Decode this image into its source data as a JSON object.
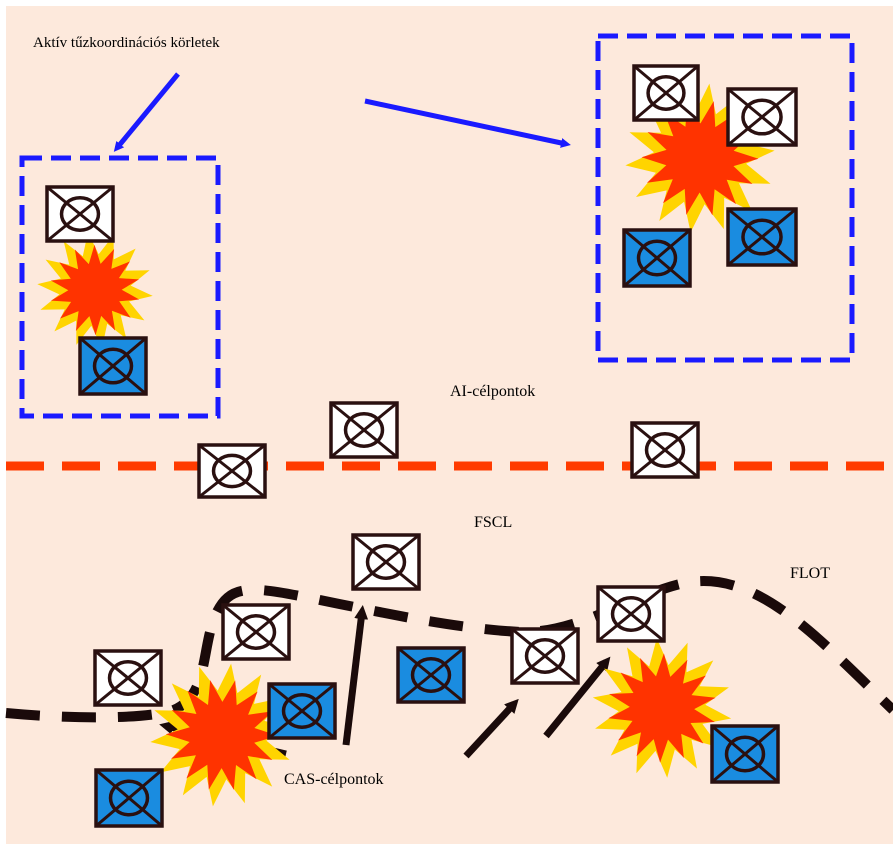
{
  "labels": {
    "active_zones": "Aktív tűzkoordinációs körletek",
    "ai_targets": "AI-célpontok",
    "fscl": "FSCL",
    "flot": "FLOT",
    "cas_targets": "CAS-célpontok"
  },
  "colors": {
    "background": "#fde9dc",
    "zone_border": "#1a1aff",
    "fscl_line": "#ff3b00",
    "flot_line": "#1a0a0a",
    "symbol_white": "#ffffff",
    "symbol_blue": "#1a8ce0",
    "symbol_stroke": "#2a1010",
    "blast_outer": "#ffd400",
    "blast_inner": "#ff3300",
    "arrow_blue": "#1a1aff",
    "arrow_dark": "#1a0a0a"
  },
  "symbols": {
    "white_count": 11,
    "blue_count": 7,
    "blast_count": 4,
    "icon": "enemy-unit-cross-circle-icon"
  }
}
